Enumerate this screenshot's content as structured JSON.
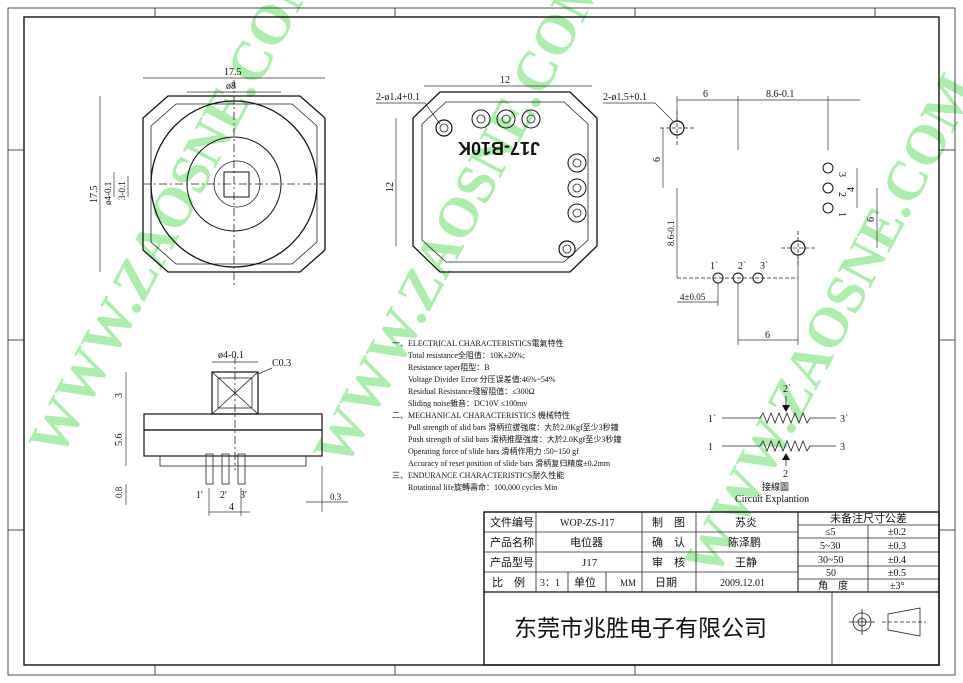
{
  "watermark": [
    "WWW.ZAOSNE.COM",
    "WWW.ZAOSNE.COM",
    "WWW.ZAOSNE.COM"
  ],
  "top_view": {
    "dim_width": "17.5",
    "dim_shaft": "ø8",
    "dim_height": "17.5",
    "dim_shaft_small": "ø4-0.1",
    "dim_flat": "3-0.1"
  },
  "front_view": {
    "dim_top": "12",
    "dim_left": "12",
    "dim_holes": "2-ø1.4+0.1",
    "label_text": "J17-B10K"
  },
  "pcb_layout": {
    "dim_holes": "2-ø1.5+0.1",
    "dim_6a": "6",
    "dim_86a": "8.6-0.1",
    "dim_6b": "6",
    "dim_4": "4",
    "dim_6c": "6",
    "dim_86b": "8.6-0.1",
    "dim_4pm": "4±0.05",
    "dim_6d": "6",
    "pins_right": [
      "3",
      "2",
      "1"
    ],
    "pins_bottom": [
      "1`",
      "2`",
      "3`"
    ]
  },
  "side_view": {
    "dim_shaft": "ø4-0.1",
    "dim_chamfer": "C0.3",
    "dim_3": "3",
    "dim_56": "5.6",
    "dim_08": "0.8",
    "dim_03": "0.3",
    "dim_4": "4",
    "pins": [
      "1'",
      "2'",
      "3'"
    ]
  },
  "characteristics": [
    "一、ELECTRICAL CHARACTERISTICS電氣特性",
    "Total resistance全阻值：10K±20%;",
    "Resistance taper阻型：B",
    "Voltage Divider Error 分压误差值:46%~54%",
    "Residual Resistance殘留阻值：≤300Ω",
    "Sliding noise雜音：DC10V ≤100mv",
    "二、MECHANICAL CHARACTERISTICS 機械特性",
    "Pull strength of slid bars 滑柄拉拔強度：大於2.0Kgf至少3秒鐘",
    "Push strength of slid bars 滑柄推壓強度：大於2.0Kgf至少3秒鐘",
    "Operating force of slide bars 滑柄作用力 :50~150 gf",
    "Accuracy of reset position of slide bars 滑柄复归精度±0.2mm",
    "三、ENDURANCE CHARACTERISTICS耐久性能",
    "Rotational life旋轉壽命：100,000 cycles Min"
  ],
  "circuit": {
    "top_labels": [
      "2`",
      "1`",
      "3`"
    ],
    "bottom_labels": [
      "1",
      "3",
      "2"
    ],
    "caption_cn": "接線圖",
    "caption_en": "Circuit Explantion"
  },
  "title_block": {
    "rows": [
      [
        "文件编号",
        "WOP-ZS-J17",
        "制　图",
        "苏炎"
      ],
      [
        "产品名称",
        "电位器",
        "确　认",
        "陈泽鹏"
      ],
      [
        "产品型号",
        "J17",
        "审　核",
        "王静"
      ]
    ],
    "row4": [
      "比　例",
      "3：1",
      "单位",
      "MM",
      "日期",
      "2009.12.01"
    ],
    "company": "东莞市兆胜电子有限公司",
    "tolerance_title": "未备注尺寸公差",
    "tolerance": [
      [
        "≤5",
        "±0.2"
      ],
      [
        "5~30",
        "±0.3"
      ],
      [
        "30~50",
        "±0.4"
      ],
      [
        "50",
        "±0.5"
      ],
      [
        "角　度",
        "±3°"
      ]
    ]
  }
}
